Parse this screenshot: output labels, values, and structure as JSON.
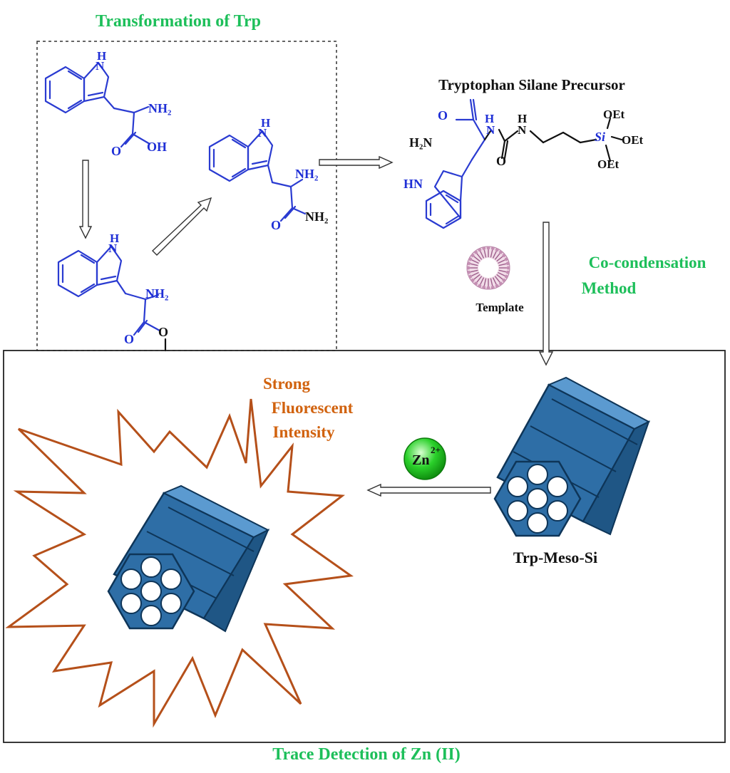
{
  "title_top": "Transformation of Trp",
  "title_bottom": "Trace Detection of Zn (II)",
  "precursor": {
    "title": "Tryptophan Silane Precursor",
    "labels": {
      "o1": "O",
      "nh_a": "H",
      "n_a": "N",
      "o2": "O",
      "nh_b": "H",
      "n_b": "N",
      "si": "Si",
      "oet1": "OEt",
      "oet2": "OEt",
      "oet3": "OEt",
      "h2n": "H₂N",
      "hn": "HN"
    }
  },
  "trp_acid": {
    "h": "H",
    "n": "N",
    "nh2": "NH₂",
    "o": "O",
    "oh": "OH"
  },
  "trp_ester": {
    "h": "H",
    "n": "N",
    "nh2": "NH₂",
    "o": "O",
    "o2": "O"
  },
  "trp_amide": {
    "h": "H",
    "n": "N",
    "nh2": "NH₂",
    "o": "O",
    "amide_nh2": "NH₂"
  },
  "method": {
    "line1": "Co-condensation",
    "line2": "Method"
  },
  "template_label": "Template",
  "zn_label": "Zn",
  "zn_charge": "2+",
  "fluorescence": {
    "line1": "Strong",
    "line2": "Fluorescent",
    "line3": "Intensity"
  },
  "product_label": "Trp-Meso-Si",
  "colors": {
    "title_green": "#1dbf5a",
    "structure_blue": "#1f2fd6",
    "rod_blue": "#2e6ea6",
    "burst_orange": "#b5501a",
    "fluor_text": "#d1620e",
    "zn_green": "#2bd12b"
  }
}
